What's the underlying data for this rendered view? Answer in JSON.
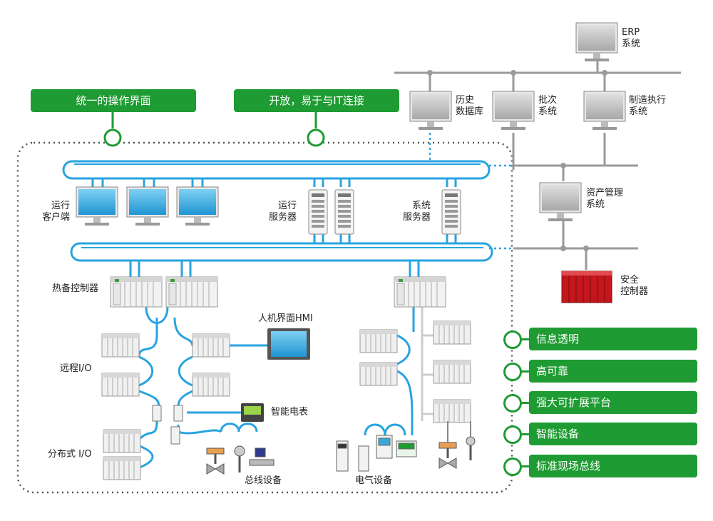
{
  "top_buttons": {
    "unified_ui": "统一的操作界面",
    "open_it": "开放，易于与IT连接"
  },
  "features": [
    "信息透明",
    "高可靠",
    "强大可扩展平台",
    "智能设备",
    "标准现场总线"
  ],
  "labels": {
    "erp": "ERP\n系统",
    "historian": "历史\n数据库",
    "batch": "批次\n系统",
    "mes": "制造执行\n系统",
    "asset_mgmt": "资产管理\n系统",
    "safety_ctrl": "安全\n控制器",
    "op_clients": "运行\n客户端",
    "op_servers": "运行\n服务器",
    "sys_server": "系统\n服务器",
    "hot_standby": "热备控制器",
    "hmi": "人机界面HMI",
    "remote_io": "远程I/O",
    "smart_meter": "智能电表",
    "distributed_io": "分布式 I/O",
    "bus_devices": "总线设备",
    "electrical_devices": "电气设备"
  },
  "colors": {
    "accent_green": "#1e9b32",
    "network_blue": "#29a3e0",
    "grey_line": "#9a9a9a"
  }
}
